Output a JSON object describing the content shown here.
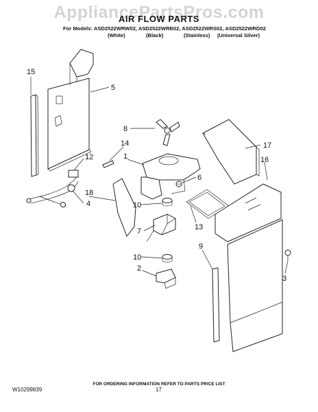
{
  "watermark": "AppliancePartsPros.com",
  "title": "AIR FLOW PARTS",
  "models_line": "For Models: ASD2522WRW02, ASD2522WRB02, ASD2522WRS02, ASD2522WRD02",
  "variants": [
    "(White)",
    "(Black)",
    "(Stainless)",
    "(Universal Silver)"
  ],
  "callouts": [
    "15",
    "5",
    "8",
    "17",
    "14",
    "1",
    "16",
    "12",
    "6",
    "18",
    "4",
    "10",
    "13",
    "7",
    "9",
    "10",
    "2",
    "3"
  ],
  "footer_note": "FOR ORDERING INFORMATION REFER TO PARTS PRICE LIST",
  "document_number": "W10299839",
  "page_number": "17"
}
